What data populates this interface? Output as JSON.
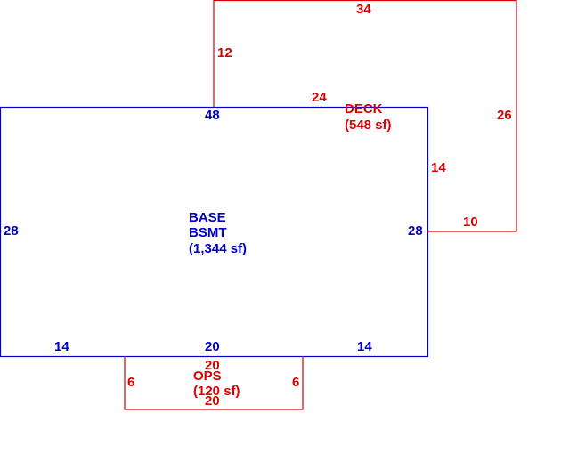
{
  "colors": {
    "base": "#0000cc",
    "addition": "#dd0000",
    "background": "#ffffff"
  },
  "areas": {
    "base": {
      "lines": [
        "BASE",
        "BSMT",
        "(1,344 sf)"
      ]
    },
    "deck": {
      "lines": [
        "DECK",
        "(548 sf)"
      ]
    },
    "ops": {
      "lines": [
        "OPS",
        "(120 sf)"
      ]
    }
  },
  "dimensions": {
    "base": {
      "top": "48",
      "left": "28",
      "right": "28",
      "bottom_left": "14",
      "bottom_mid": "20",
      "bottom_right": "14"
    },
    "deck": {
      "top": "34",
      "left": "12",
      "bottom": "24",
      "right": "26",
      "inner_vertical": "14",
      "inner_horizontal": "10"
    },
    "ops": {
      "top": "20",
      "left": "6",
      "right": "6",
      "bottom": "20"
    }
  }
}
